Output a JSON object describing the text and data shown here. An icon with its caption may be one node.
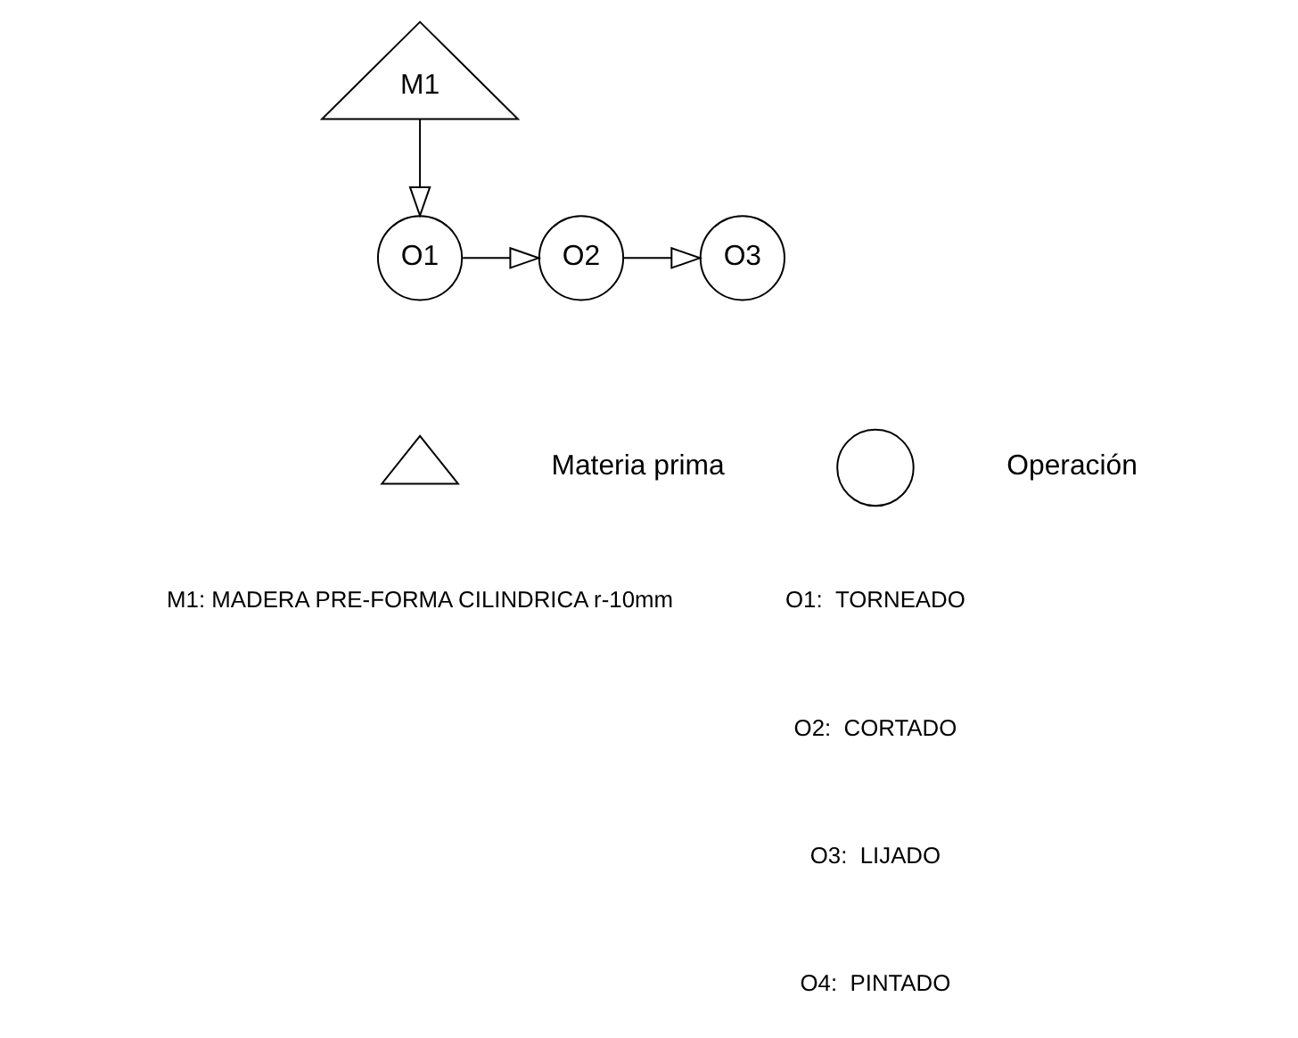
{
  "diagram": {
    "nodes": [
      {
        "text": [
          "M1"
        ]
      },
      {
        "text": [
          "O1"
        ]
      },
      {
        "text": [
          "O2"
        ]
      },
      {
        "text": [
          "O3"
        ]
      },
      {
        "text": [],
        "shape": "triangle"
      },
      {
        "text": [],
        "shape": "circle"
      }
    ],
    "edges": [
      {
        "from": 0,
        "to": 1,
        "arrow": "to"
      },
      {
        "from": 1,
        "to": 2,
        "arrow": "to"
      },
      {
        "from": 2,
        "to": 3,
        "arrow": "to"
      }
    ],
    "labels": [
      "M1: MADERA PRE-FORMA CILINDRICA r-10mm",
      "O1:  TORNEADO",
      "O2:  CORTADO",
      "O3:  LIJADO",
      "O4:  PINTADO"
    ],
    "legend": [
      {
        "text": "Materia prima"
      },
      {
        "text": "Operación"
      }
    ]
  }
}
